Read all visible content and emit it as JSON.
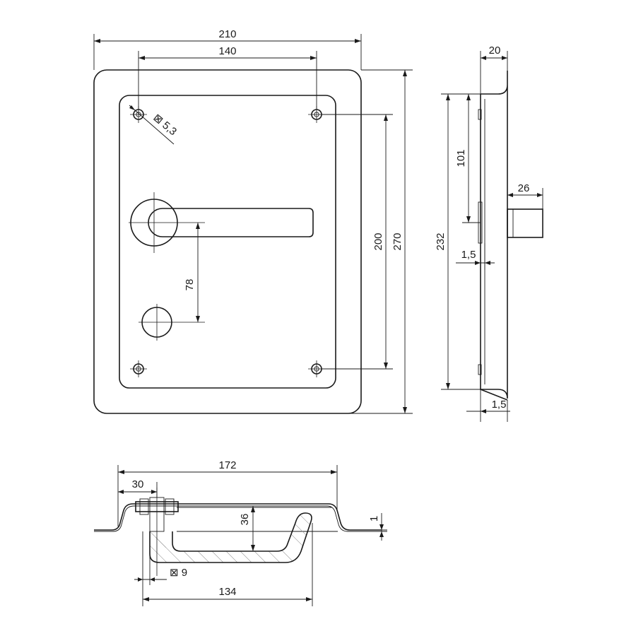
{
  "front_view": {
    "dim_width_outer": "210",
    "dim_hole_spacing_h": "140",
    "dim_hole_spacing_v": "200",
    "dim_height_outer": "270",
    "dim_lever_to_keyhole": "78",
    "dim_screw_hole": "⊠ 5,3"
  },
  "side_view": {
    "dim_depth": "20",
    "dim_total_height": "232",
    "dim_upper_to_spindle": "101",
    "dim_spindle_length": "26",
    "dim_plate_thickness_a": "1,5",
    "dim_plate_thickness_b": "1,5"
  },
  "top_view": {
    "dim_length": "172",
    "dim_offset": "30",
    "dim_handle_depth": "36",
    "dim_flange": "1",
    "dim_spindle_square": "⊠ 9",
    "dim_handle_length": "134"
  }
}
